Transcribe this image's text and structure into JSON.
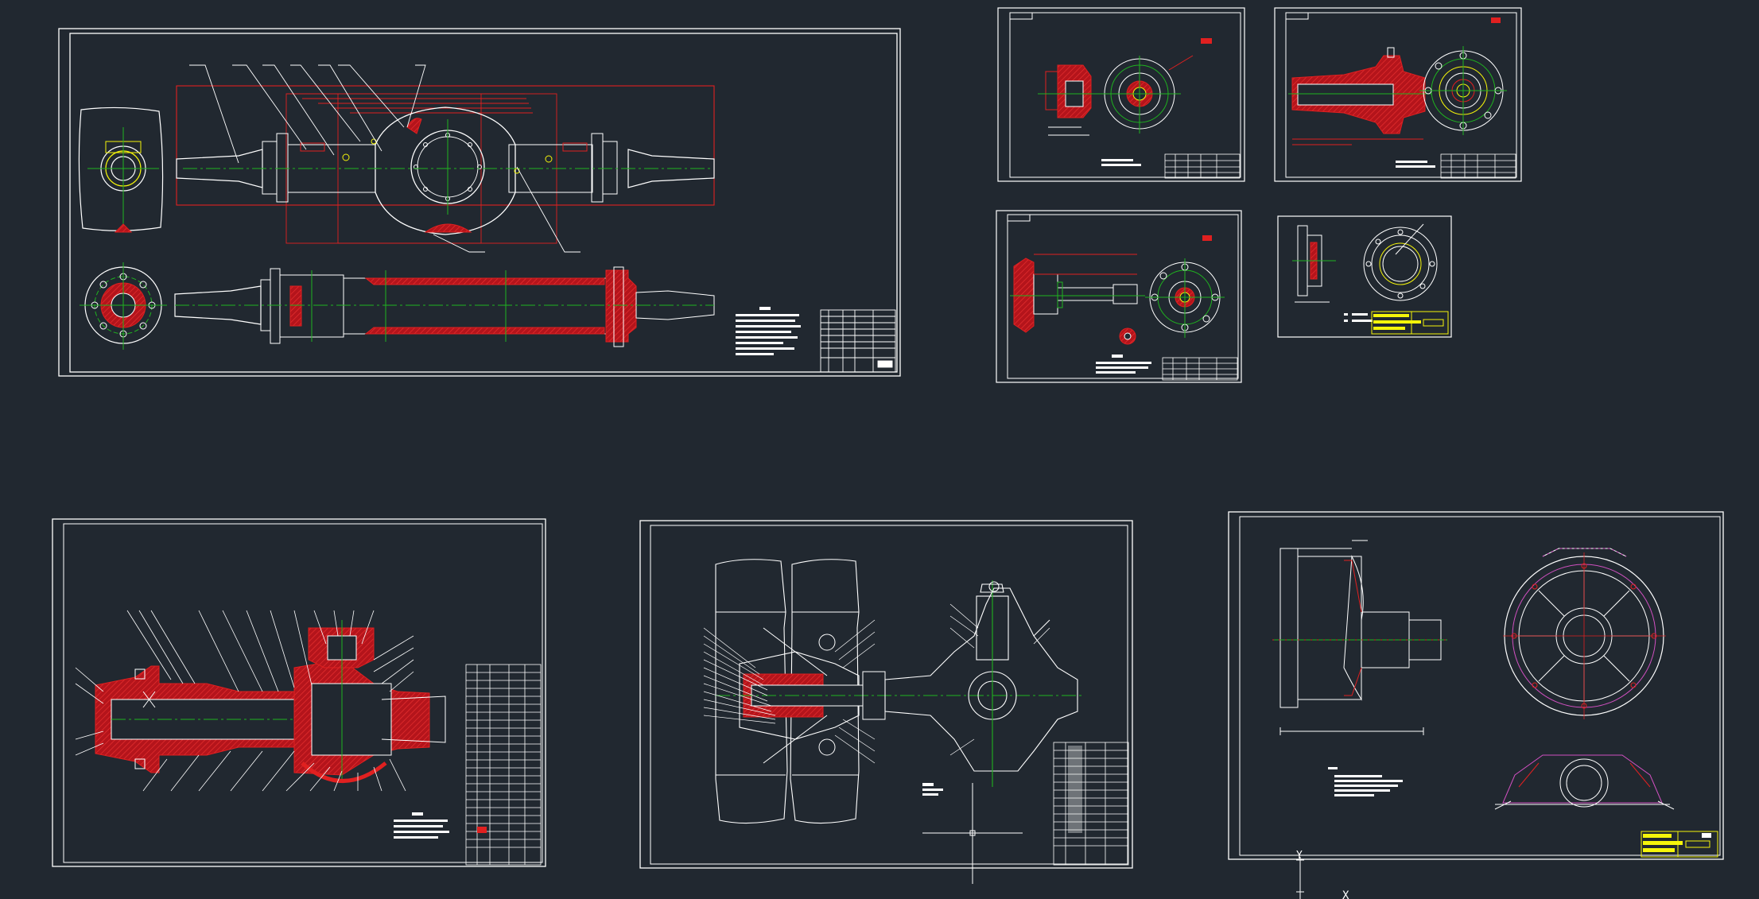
{
  "app": {
    "background": "#212830"
  },
  "palette": {
    "outline": "#ffffff",
    "section": "#c8161d",
    "section_line": "#e02020",
    "centerline": "#1fb31f",
    "highlight": "#f5f50a",
    "magenta": "#d050c0",
    "text": "#ffffff"
  },
  "sheets": [
    {
      "name": "axle-housing-assembly-sheet",
      "contents": [
        "axle-housing-front-view",
        "axle-housing-section-view",
        "end-view-top",
        "end-view-flange",
        "notes-block",
        "title-block"
      ]
    },
    {
      "name": "half-shaft-gear-sheet",
      "contents": [
        "section-view",
        "flange-end-view",
        "notes-block",
        "title-block"
      ]
    },
    {
      "name": "wheel-hub-sheet",
      "contents": [
        "hub-section-view",
        "hub-end-view",
        "notes-block",
        "title-block"
      ]
    },
    {
      "name": "half-shaft-sheet",
      "contents": [
        "shaft-side-view",
        "shaft-end-view",
        "notes-block",
        "title-block"
      ]
    },
    {
      "name": "bearing-cap-sheet",
      "contents": [
        "cap-section-view",
        "cap-end-view",
        "notes-block",
        "title-block-highlighted"
      ]
    },
    {
      "name": "final-drive-assembly-sheet",
      "contents": [
        "drive-section-view",
        "leader-lines",
        "notes-block",
        "bill-of-materials"
      ]
    },
    {
      "name": "wheel-and-differential-assembly-sheet",
      "contents": [
        "tire-section-view",
        "hub-and-brake",
        "differential-section",
        "bill-of-materials"
      ]
    },
    {
      "name": "differential-carrier-sheet",
      "contents": [
        "carrier-section-view",
        "carrier-end-view",
        "carrier-side-view",
        "notes-block",
        "title-block-highlighted"
      ]
    }
  ],
  "ucs_icon": {
    "x_label": "X",
    "y_label": "Y"
  }
}
